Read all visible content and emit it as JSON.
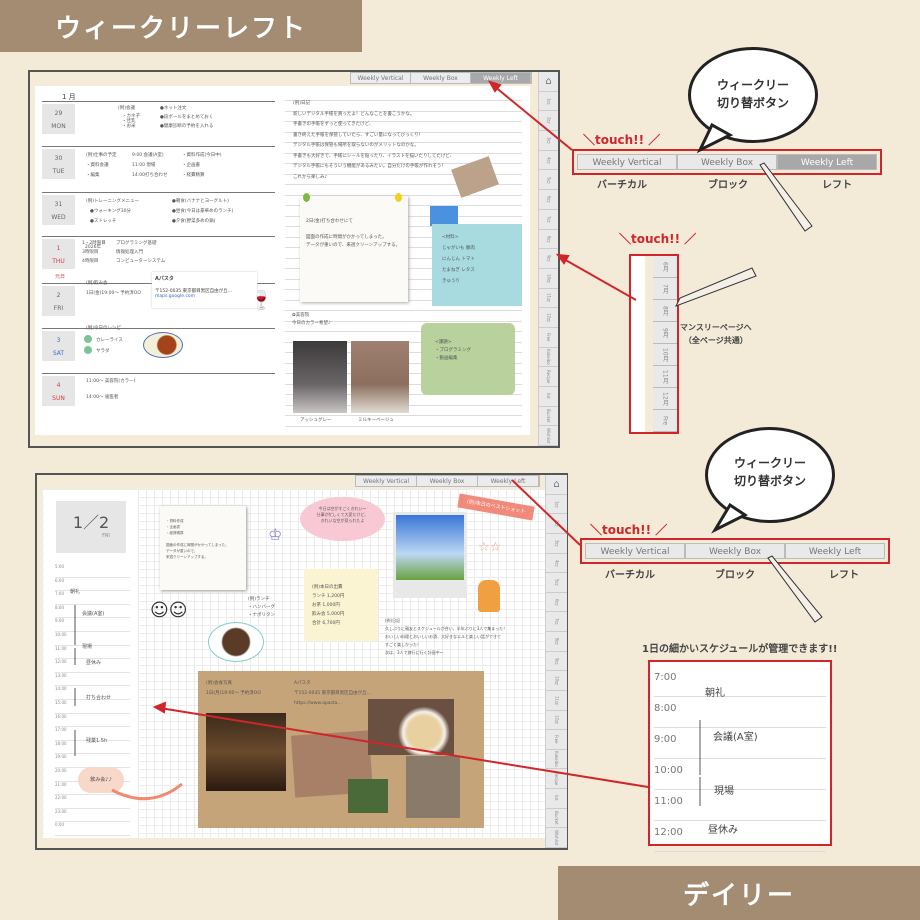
{
  "banners": {
    "weekly_left": "ウィークリーレフト",
    "daily": "デイリー"
  },
  "switch_tabs": [
    {
      "label": "Weekly Vertical",
      "active": false
    },
    {
      "label": "Weekly Box",
      "active": false
    },
    {
      "label": "Weekly Left",
      "active": true
    }
  ],
  "daily_switch_tabs": [
    {
      "label": "Weekly Vertical"
    },
    {
      "label": "Weekly Box"
    },
    {
      "label": "Weekly Left"
    }
  ],
  "side_tabs": [
    "1月",
    "2月",
    "3月",
    "4月",
    "5月",
    "6月",
    "7月",
    "8月",
    "9月",
    "10月",
    "11月",
    "12月",
    "Free",
    "Kakeibo",
    "Recipe",
    "list",
    "Bucket",
    "Wishlist"
  ],
  "weekly": {
    "month": "1 月",
    "days": [
      {
        "num": "29",
        "dow": "MON",
        "color": "#666",
        "entries": [
          "(例)会議",
          "・カネ子",
          "・佳乳",
          "・お米",
          "●ネット注文",
          "●段ボールをまとめておく",
          "●健康診断の予約を入れる"
        ]
      },
      {
        "num": "30",
        "dow": "TUE",
        "color": "#666",
        "entries": [
          "(例)仕事の予定",
          "・資料会議",
          "・編集",
          "9:00 会議(A室)",
          "11:00 現場",
          "14:00打ち合わせ",
          "・資料作成(今日中)",
          "・企画書",
          "・経費精算"
        ]
      },
      {
        "num": "31",
        "dow": "WED",
        "color": "#666",
        "entries": [
          "(例)トレーニングメニュー",
          "●ウォーキング30分",
          "●ストレッチ",
          "●朝食(バナナとヨーグルト)",
          "●昼食(今日は豪華めのランチ)",
          "●夕食(野菜多めの鍋)"
        ]
      },
      {
        "num": "1",
        "dow": "THU",
        "color": "#d04040",
        "entries": [
          "1・2時限目",
          "3時限目",
          "4時限目",
          "プログラミング基礎",
          "情報処理入門",
          "コンピューターシステム",
          "2026年"
        ]
      },
      {
        "num": "2",
        "dow": "FRI",
        "color": "#666",
        "entries": [
          "(例)飲み会",
          "1日(金)19:00～ 予約済OO"
        ]
      },
      {
        "num": "3",
        "dow": "SAT",
        "color": "#3a6fc0",
        "entries": [
          "(例)今日のレシピ",
          "カレーライス",
          "サラダ"
        ]
      },
      {
        "num": "4",
        "dow": "SUN",
        "color": "#d04040",
        "entries": [
          "11:00～ 美容院(カラー)",
          "14:00～ 歯医者"
        ]
      }
    ],
    "holiday": "元日",
    "map_card": {
      "title": "Aパスタ",
      "address": "〒152-0035 東京都目黒区自由が丘…",
      "link": "maps.google.com"
    },
    "diary": [
      "(例)日記",
      "新しいデジタル手帳を買ったよ！どんなことを書こうかな。",
      "手書きの手帳をずっと使ってきたけど、",
      "書き終えた手帳を保管していたら、すごい量になってびっくり！",
      "デジタル手帳は保管も場所を取らないのがメリットなのかな。",
      "手書きも大好きで、手帳にシールを貼ったり、イラストを描いたりしてたけど、",
      "デジタル手帳にもそういう機能があるみたい。自分だけの手帳が作れそう！",
      "これから楽しみ♪"
    ],
    "memo": "2日(金)打ち合わせにて\n\n図面の作成に時間がかかってしまった。\nデータが重いので、来週クリーンアップする。",
    "shopping": [
      "<材料>",
      "じゃがいも 豚肉",
      "にんじん トマト",
      "たまねぎ レタス",
      "きゅうり"
    ],
    "task": [
      "<課題>",
      "・プログラミング",
      "・動画編集"
    ],
    "salon": [
      "✿美容院",
      "今日のカラー希望♪"
    ],
    "captions": [
      "アッシュグレー",
      "ミルキーベージュ"
    ]
  },
  "daily": {
    "date": "1／2",
    "dow": "FRI",
    "times": [
      "5:00",
      "6:00",
      "7:00",
      "8:00",
      "9:00",
      "10:00",
      "11:00",
      "12:00",
      "13:00",
      "14:00",
      "15:00",
      "16:00",
      "17:00",
      "18:00",
      "19:00",
      "20:00",
      "21:00",
      "22:00",
      "23:00",
      "0:00"
    ],
    "events": [
      {
        "label": "朝礼"
      },
      {
        "label": "会議(A室)"
      },
      {
        "label": "現場"
      },
      {
        "label": "昼休み"
      },
      {
        "label": "打ち合わせ"
      },
      {
        "label": "残業1.5h"
      }
    ],
    "cloud": "飲み会♪♪",
    "memo": "・資料作成\n・企画書\n・経費精算\n\n図面の作成に時間がかかってしまった。\nデータが重いので、\n来週クリーンアップする。",
    "bubble": "今日は空がすごくきれい～\n仕事が忙しくて大変だけど、\nきれいな空が見られたよ",
    "lunch": "(例)ランチ\n・ハンバーグ\n・ナポリタン",
    "expenses": "(例)本日の出費\nランチ 1,200円\nお茶 1,000円\n飲み会 5,000円\n合計 6,700円",
    "tape": "(例)本日のベストショット",
    "diary": "(例)日記\n久しぶりに親友とスケジュールが合い、半年ぶりに3人で集まった！\nおいしい料理とおいしいお酒、大好きなエルと楽しい話ができて\nすごく楽しかった！\n次は、3人で旅行に行く計画中～",
    "board": "(例)会食写真\n1日(月)19:00～ 予約済OO",
    "board2": "Aパスタ\n〒152-0035 東京都目黒区自由が丘…\nhttps://www.apasta…"
  },
  "callouts": {
    "touch": "＼touch!! ／",
    "switch_bubble": "ウィークリー\n切り替ボタン",
    "tab_labels": [
      "バーチカル",
      "ブロック",
      "レフト"
    ],
    "monthly_note": "マンスリーページへ\n（全ページ共通）",
    "monthly_tabs": [
      "6月",
      "7月",
      "8月",
      "9月",
      "10月",
      "11月",
      "12月",
      "Fre"
    ],
    "daily_note": "1日の細かいスケジュールが管理できます!!",
    "zoom_times": [
      "7:00",
      "8:00",
      "9:00",
      "10:00",
      "11:00",
      "12:00"
    ],
    "zoom_events": [
      "朝礼",
      "会議(A室)",
      "現場",
      "昼休み"
    ]
  },
  "colors": {
    "accent": "#d0262b",
    "banner": "#a48c72",
    "background": "#f3ead8"
  }
}
